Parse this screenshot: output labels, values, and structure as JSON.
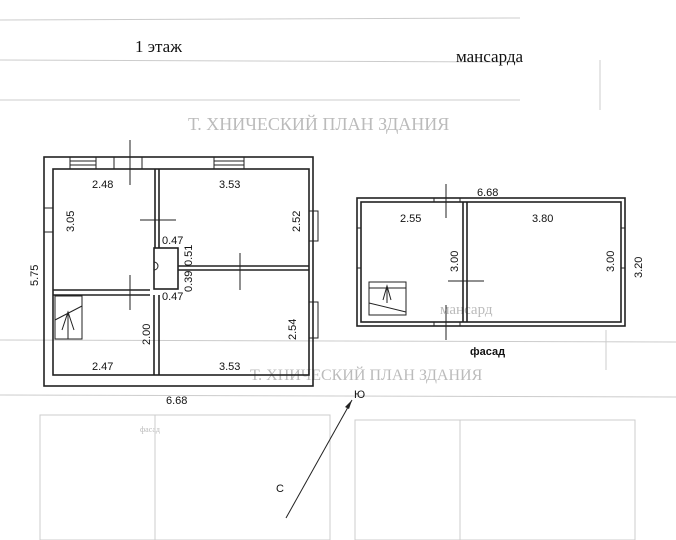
{
  "floor1": {
    "title": "1 этаж",
    "overall_width": "6.68",
    "overall_depth": "5.75",
    "dims": {
      "room_tl_width": "2.48",
      "room_tl_depth": "3.05",
      "room_tr_width": "3.53",
      "room_tr_depth": "2.52",
      "chimney_top": "0.47",
      "chimney_side": "0.51",
      "chimney_gap": "0.39",
      "chimney_bottom": "0.47",
      "room_bl_depth": "2.00",
      "room_bl_width": "2.47",
      "room_br_width": "3.53",
      "room_br_depth": "2.54"
    }
  },
  "attic": {
    "title": "мансарда",
    "overall_width": "6.68",
    "overall_depth": "3.20",
    "dims": {
      "room_l_width": "2.55",
      "room_l_depth": "3.00",
      "room_r_width": "3.80",
      "room_r_depth": "3.00"
    },
    "facade_label": "фасад"
  },
  "compass": {
    "south": "Ю",
    "north": "С"
  },
  "background": {
    "header1": "Т. ХНИЧЕСКИЙ ПЛАН ЗДАНИЯ",
    "header2": "мансард",
    "header3": "Т. ХНИЧЕСКИЙ ПЛАН ЗДАНИЯ",
    "facade_label": "фасад"
  },
  "colors": {
    "ink": "#222222",
    "ghost": "#bbbbbb"
  }
}
